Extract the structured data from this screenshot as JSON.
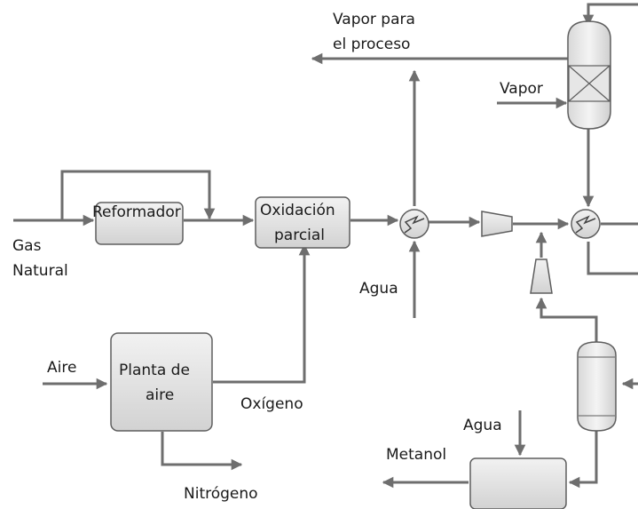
{
  "units": {
    "reformador": "Reformador",
    "oxidacion_line1": "Oxidación",
    "oxidacion_line2": "parcial",
    "planta_line1": "Planta de",
    "planta_line2": "aire"
  },
  "streams": {
    "gas_line1": "Gas",
    "gas_line2": "Natural",
    "aire": "Aire",
    "oxigeno": "Oxígeno",
    "nitrogeno": "Nitrógeno",
    "agua_1": "Agua",
    "agua_2": "Agua",
    "vapor_proceso_line1": "Vapor para",
    "vapor_proceso_line2": "el proceso",
    "vapor": "Vapor",
    "metanol": "Metanol"
  }
}
